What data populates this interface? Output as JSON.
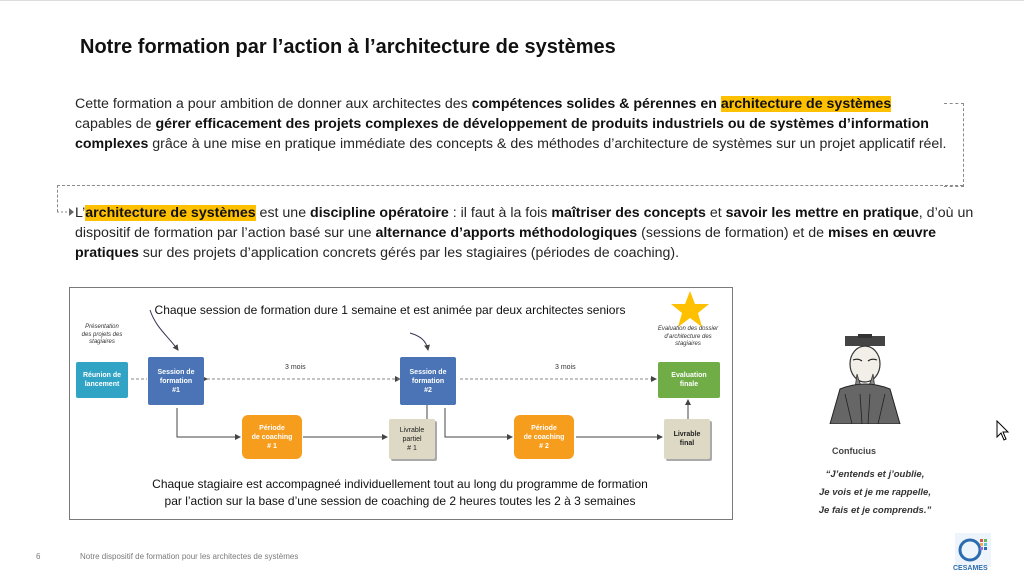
{
  "title": "Notre formation par l’action à l’architecture de systèmes",
  "para1": {
    "t1": "Cette formation a pour ambition de donner aux architectes des ",
    "b1": "compétences solides & pérennes en ",
    "h1": "architecture de systèmes",
    "t2": " capables de ",
    "b2": "gérer efficacement des projets complexes de développement de produits industriels ou de systèmes d’information complexes",
    "t3": " grâce à une mise en pratique immédiate des concepts & des méthodes d’architecture de systèmes sur un projet applicatif réel."
  },
  "para2": {
    "t1": "L’",
    "h1": "architecture de systèmes",
    "t2": " est une ",
    "b1": "discipline opératoire",
    "t3": " : il faut à la fois ",
    "b2": "maîtriser des concepts",
    "t4": " et ",
    "b3": "savoir les mettre en pratique",
    "t5": ", d’où un dispositif de formation par l’action basé sur une ",
    "b4": "alternance d’apports méthodologiques",
    "t6": " (sessions de formation) et de ",
    "b5": "mises en œuvre pratiques",
    "t7": " sur des projets d’application concrets gérés par les stagiaires (périodes de coaching)."
  },
  "diagram": {
    "top_caption": "Chaque session de formation dure 1 semaine et est animée par deux architectes seniors",
    "bottom_caption_1": "Chaque stagiaire est accompagneé individuellement tout au long du programme de formation",
    "bottom_caption_2": "par l’action sur la base d’une session de coaching de 2 heures toutes les 2 à 3 semaines",
    "note_left": [
      "Présentation",
      "des projets des",
      "stagiaires"
    ],
    "note_right": [
      "Evaluation des dossier",
      "d’architecture des",
      "stagiaires"
    ],
    "reunion": [
      "Réunion de",
      "lancement"
    ],
    "session1": [
      "Session de",
      "formation",
      "#1"
    ],
    "session2": [
      "Session de",
      "formation",
      "#2"
    ],
    "evaluation": [
      "Evaluation",
      "finale"
    ],
    "coaching1": [
      "Période",
      "de coaching",
      "# 1"
    ],
    "coaching2": [
      "Période",
      "de coaching",
      "# 2"
    ],
    "livrable1": [
      "Livrable",
      "partiel",
      "# 1"
    ],
    "livrable2": [
      "Livrable",
      "final"
    ],
    "months1": "3 mois",
    "months2": "3 mois",
    "colors": {
      "teal": "#31a3c4",
      "blue": "#4a74b6",
      "orange": "#f79d1e",
      "green": "#70ad47",
      "beige": "#ddd9c4",
      "star": "#ffc000"
    }
  },
  "confucius": {
    "name": "Confucius",
    "quote": [
      "“J’entends et j’oublie,",
      "Je vois et je me rappelle,",
      "Je fais et je comprends.”"
    ]
  },
  "footer": {
    "page": "6",
    "text": "Notre dispositif de formation pour les architectes de systèmes",
    "logo_text": "CESAMES"
  }
}
